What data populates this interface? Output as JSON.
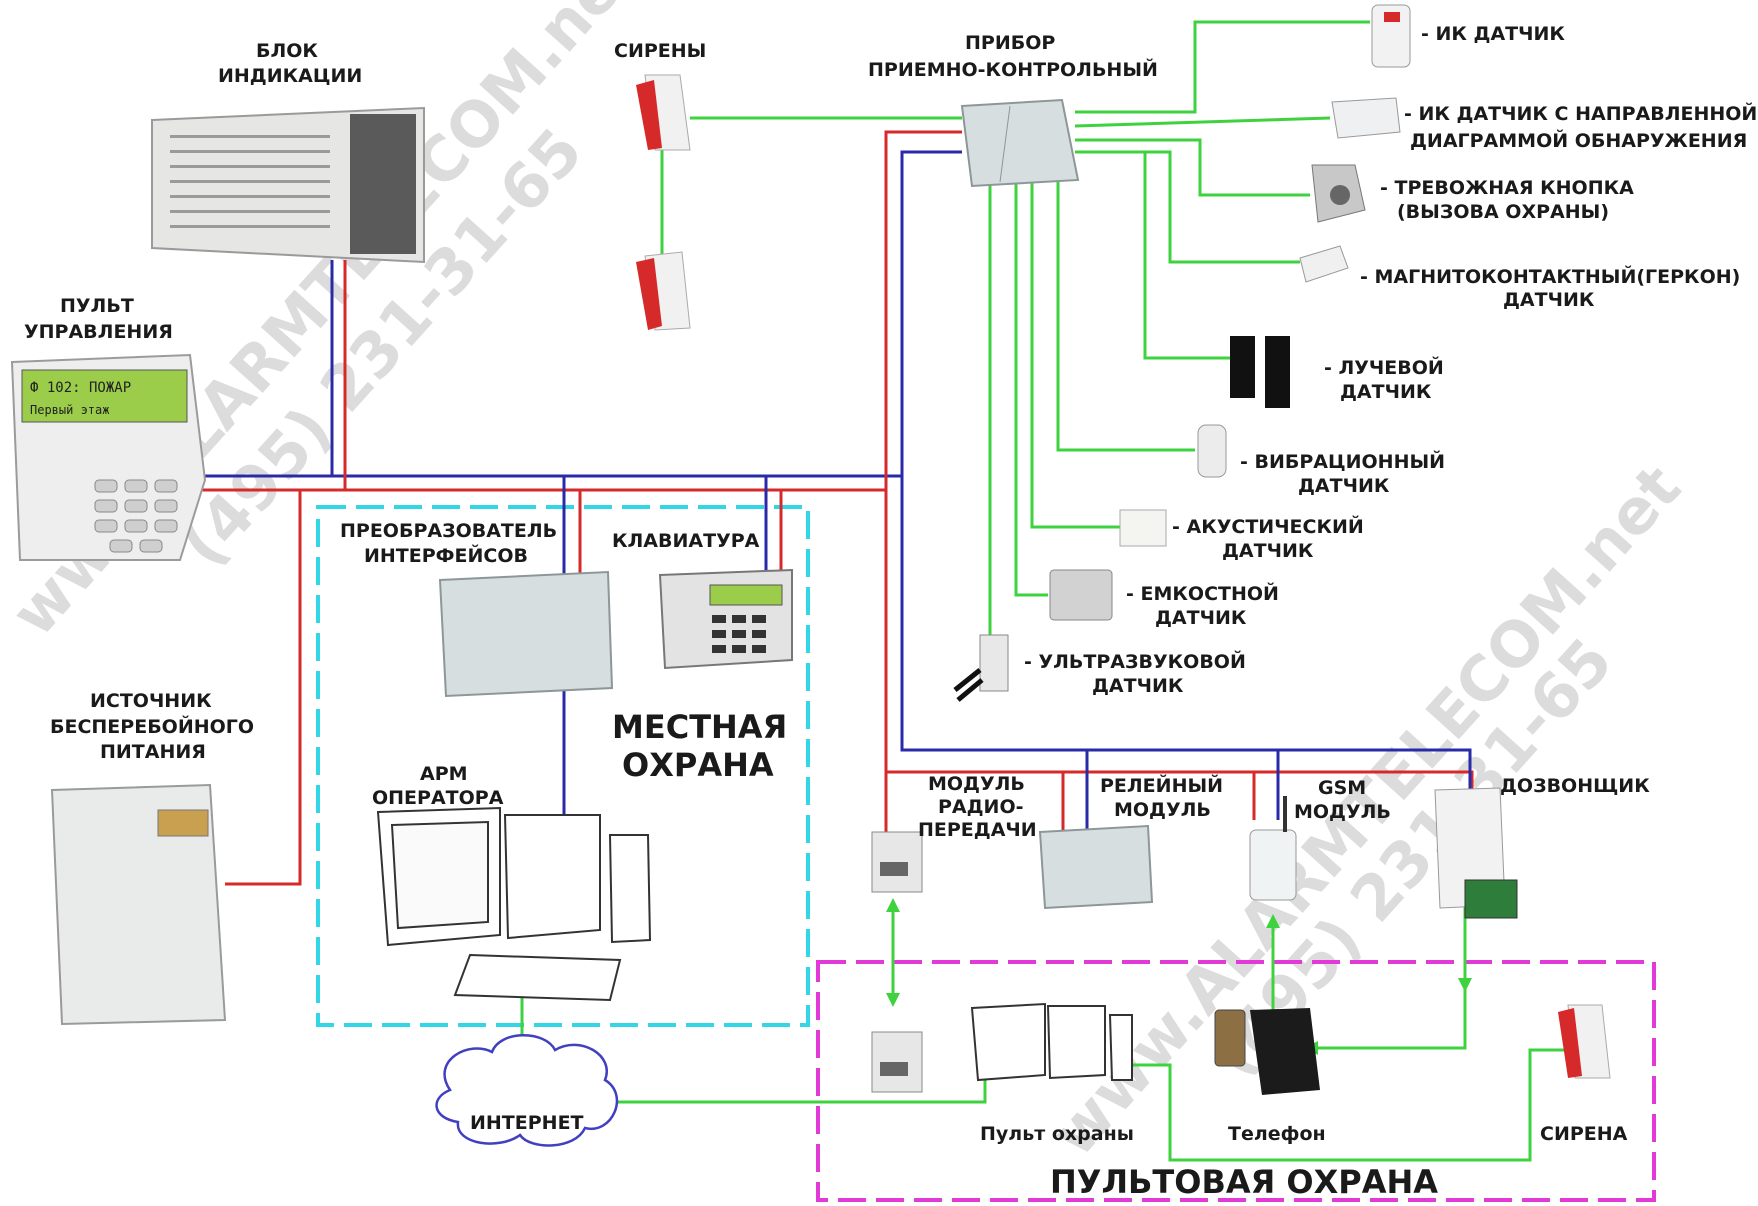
{
  "labels": {
    "blok_indikatsii": [
      "БЛОК",
      "ИНДИКАЦИИ"
    ],
    "sireny": "СИРЕНЫ",
    "pribor": [
      "ПРИБОР",
      "ПРИЕМНО-КОНТРОЛЬНЫЙ"
    ],
    "pult_upravleniya": [
      "ПУЛЬТ",
      "УПРАВЛЕНИЯ"
    ],
    "ik_datchik": "- ИК ДАТЧИК",
    "ik_napr": [
      "- ИК ДАТЧИК С НАПРАВЛЕННОЙ",
      "ДИАГРАММОЙ ОБНАРУЖЕНИЯ"
    ],
    "trevozhnaya": [
      "- ТРЕВОЖНАЯ КНОПКА",
      "(ВЫЗОВА ОХРАНЫ)"
    ],
    "magnito": [
      "- МАГНИТОКОНТАКТНЫЙ(ГЕРКОН)",
      "ДАТЧИК"
    ],
    "luchevoy": [
      "- ЛУЧЕВОЙ",
      "ДАТЧИК"
    ],
    "vibr": [
      "- ВИБРАЦИОННЫЙ",
      "ДАТЧИК"
    ],
    "akust": [
      "- АКУСТИЧЕСКИЙ",
      "ДАТЧИК"
    ],
    "emkost": [
      "- ЕМКОСТНОЙ",
      "ДАТЧИК"
    ],
    "ultra": [
      "- УЛЬТРАЗВУКОВОЙ",
      "ДАТЧИК"
    ],
    "preobraz": [
      "ПРЕОБРАЗОВАТЕЛЬ",
      "ИНТЕРФЕЙСОВ"
    ],
    "klaviatura": "КЛАВИАТУРА",
    "istochnik": [
      "ИСТОЧНИК",
      "БЕСПЕРЕБОЙНОГО",
      "ПИТАНИЯ"
    ],
    "mestnaya": [
      "МЕСТНАЯ",
      "ОХРАНА"
    ],
    "arm": [
      "АРМ",
      "ОПЕРАТОРА"
    ],
    "modul_radio": [
      "МОДУЛЬ",
      "РАДИО-",
      "ПЕРЕДАЧИ"
    ],
    "releyny": [
      "РЕЛЕЙНЫЙ",
      "МОДУЛЬ"
    ],
    "gsm": [
      "GSM",
      "МОДУЛЬ"
    ],
    "dozvon": "ДОЗВОНЩИК",
    "internet": "ИНТЕРНЕТ",
    "pult_ohrany": "Пульт охраны",
    "telefon": "Телефон",
    "sirena": "СИРЕНА",
    "pultovaya": "ПУЛЬТОВАЯ ОХРАНА"
  },
  "device_text": {
    "lcd_line1": "Ф  102: ПОЖАР",
    "lcd_line2": "Первый этаж"
  },
  "watermarks": [
    "www.ALARMTELECOM.net",
    "(495) 231-31-65"
  ],
  "colors": {
    "power_wire": "#d62a2a",
    "data_wire": "#2a2aa8",
    "signal_wire": "#3fd23f",
    "local_frame": "#33d6e6",
    "central_frame": "#e23ad6"
  }
}
